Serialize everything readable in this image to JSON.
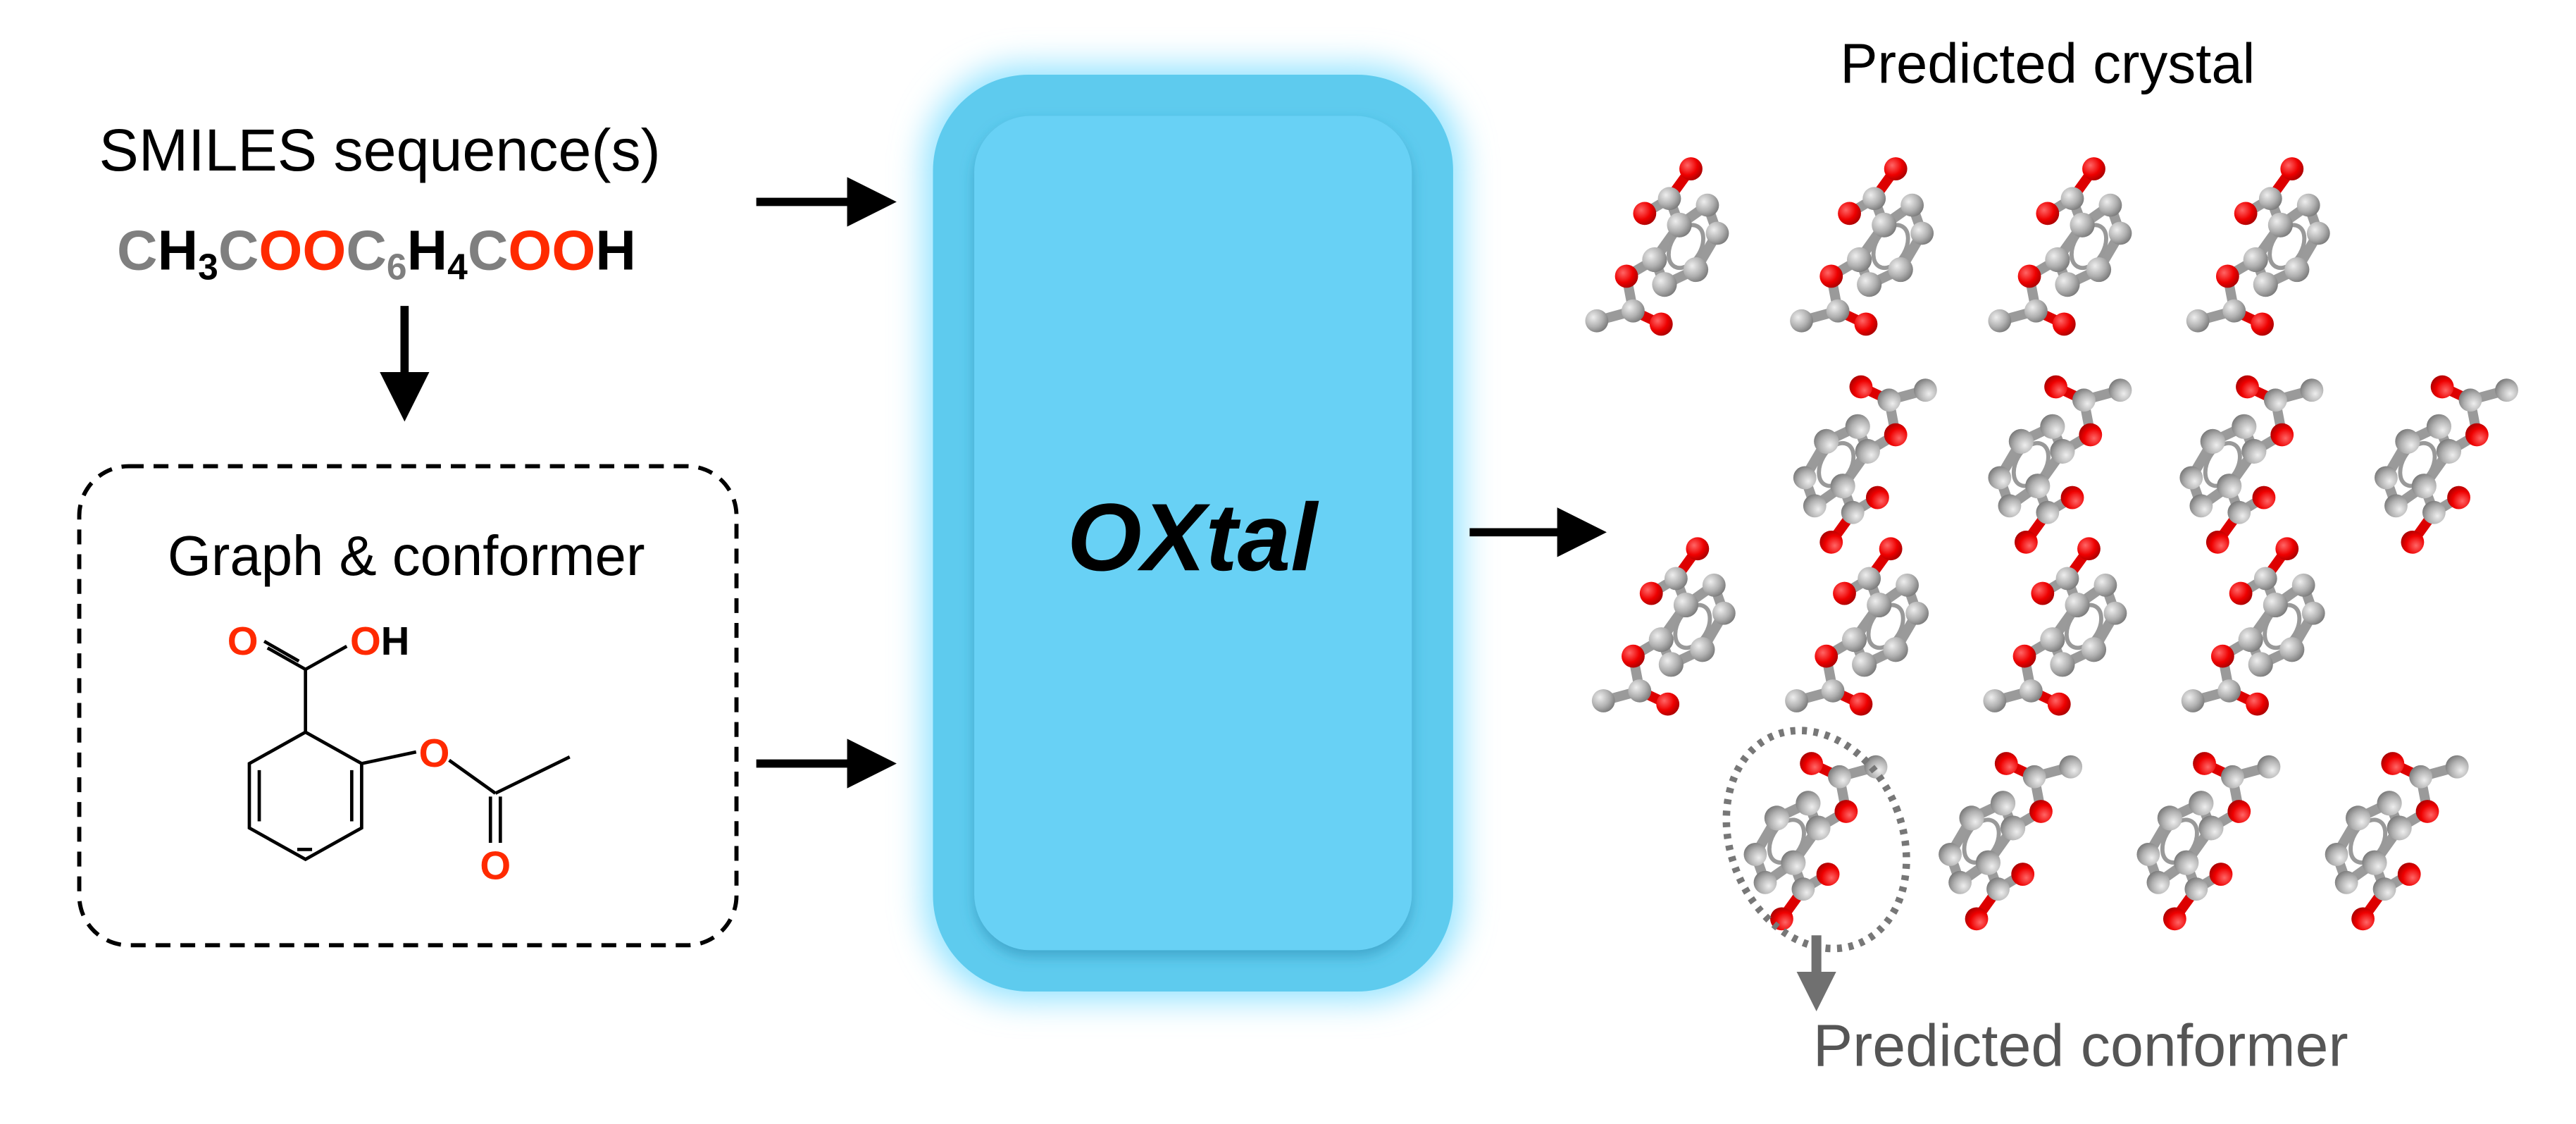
{
  "input": {
    "smiles_title": "SMILES sequence(s)",
    "formula_parts": [
      {
        "t": "C",
        "color": "#7f7f7f"
      },
      {
        "t": "H",
        "color": "#000000"
      },
      {
        "t": "3",
        "color": "#000000",
        "sub": true
      },
      {
        "t": "C",
        "color": "#7f7f7f"
      },
      {
        "t": "OO",
        "color": "#ff2a00"
      },
      {
        "t": "C",
        "color": "#7f7f7f"
      },
      {
        "t": "6",
        "color": "#7f7f7f",
        "sub": true
      },
      {
        "t": "H",
        "color": "#000000"
      },
      {
        "t": "4",
        "color": "#000000",
        "sub": true
      },
      {
        "t": "C",
        "color": "#7f7f7f"
      },
      {
        "t": "OO",
        "color": "#ff2a00"
      },
      {
        "t": "H",
        "color": "#000000"
      }
    ],
    "graph_title": "Graph & conformer",
    "structure_labels": {
      "carbonyl_o": "O",
      "hydroxyl": "OH",
      "ester_o": "O",
      "acetyl_o": "O"
    }
  },
  "model": {
    "name": "OXtal",
    "color": "#62cff3"
  },
  "output": {
    "crystal_title": "Predicted crystal",
    "conformer_label": "Predicted conformer"
  },
  "colors": {
    "oxygen": "#ff0000",
    "carbon": "#b4b4b4",
    "highlight_arrow": "#707070"
  }
}
